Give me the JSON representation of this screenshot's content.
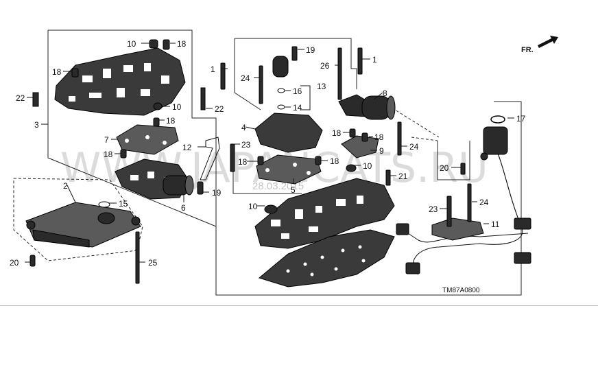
{
  "diagram": {
    "code": "TM87A0800",
    "watermark": "WWW.JAPANCATS.RU",
    "date_stamp": "28.03.2015",
    "direction_label": "FR."
  },
  "callouts": {
    "c1a": "1",
    "c1b": "1",
    "c2": "2",
    "c3": "3",
    "c4": "4",
    "c5": "5",
    "c6": "6",
    "c7": "7",
    "c8": "8",
    "c9": "9",
    "c10a": "10",
    "c10b": "10",
    "c10c": "10",
    "c10d": "10",
    "c11": "11",
    "c12": "12",
    "c13": "13",
    "c14": "14",
    "c15": "15",
    "c16": "16",
    "c17": "17",
    "c18a": "18",
    "c18b": "18",
    "c18c": "18",
    "c18d": "18",
    "c18e": "18",
    "c18f": "18",
    "c18g": "18",
    "c18h": "18",
    "c19a": "19",
    "c19b": "19",
    "c20a": "20",
    "c20b": "20",
    "c21": "21",
    "c22a": "22",
    "c22b": "22",
    "c23a": "23",
    "c23b": "23",
    "c24a": "24",
    "c24b": "24",
    "c24c": "24",
    "c25": "25",
    "c26": "26"
  }
}
